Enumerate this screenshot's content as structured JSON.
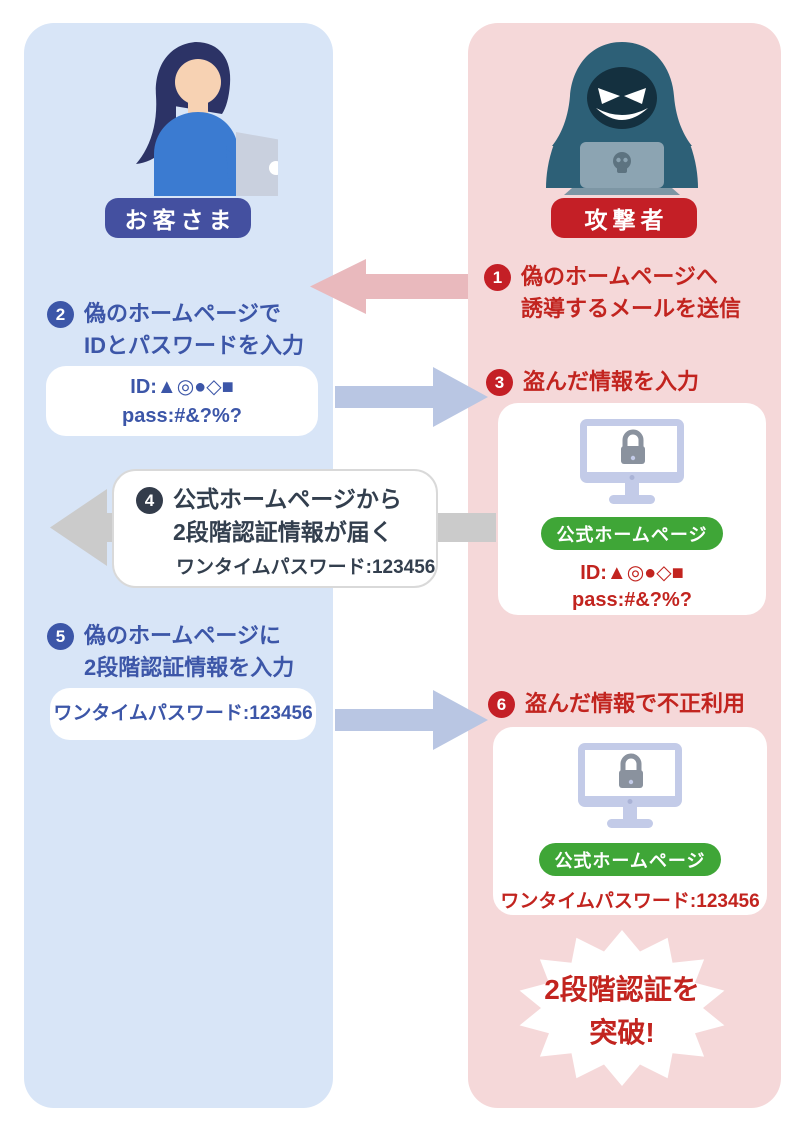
{
  "colors": {
    "customer_panel_bg": "#d8e5f7",
    "attacker_panel_bg": "#f5d8d9",
    "customer_accent": "#3c56a8",
    "customer_badge_bg": "#4450a0",
    "attacker_accent": "#c2241f",
    "attacker_badge_bg": "#c41f26",
    "official_badge_bg": "#3fa637",
    "step4_accent": "#333f4e",
    "arrow_pink": "#e9b9bd",
    "arrow_blue": "#b9c6e3",
    "arrow_gray": "#cbcbcb"
  },
  "customer": {
    "badge": "お客さま",
    "step2": {
      "num": "2",
      "lines": [
        "偽のホームページで",
        "IDとパスワードを入力"
      ]
    },
    "credentials_box": {
      "id_line": "ID:▲◎●◇■",
      "pass_line": "pass:#&?%?"
    },
    "step5": {
      "num": "5",
      "lines": [
        "偽のホームページに",
        "2段階認証情報を入力"
      ]
    },
    "otp_box": {
      "text": "ワンタイムパスワード:123456"
    }
  },
  "attacker": {
    "badge": "攻撃者",
    "step1": {
      "num": "1",
      "lines": [
        "偽のホームページへ",
        "誘導するメールを送信"
      ]
    },
    "step3": {
      "num": "3",
      "line": "盗んだ情報を入力"
    },
    "official_site_card_top": {
      "site_badge": "公式ホームページ",
      "id_line": "ID:▲◎●◇■",
      "pass_line": "pass:#&?%?"
    },
    "step6": {
      "num": "6",
      "line": "盗んだ情報で不正利用"
    },
    "official_site_card_bottom": {
      "site_badge": "公式ホームページ",
      "otp_line": "ワンタイムパスワード:123456"
    },
    "burst": {
      "lines": [
        "2段階認証を",
        "突破!"
      ]
    }
  },
  "middle": {
    "step4": {
      "num": "4",
      "lines": [
        "公式ホームページから",
        "2段階認証情報が届く"
      ],
      "otp_line": "ワンタイムパスワード:123456"
    }
  }
}
